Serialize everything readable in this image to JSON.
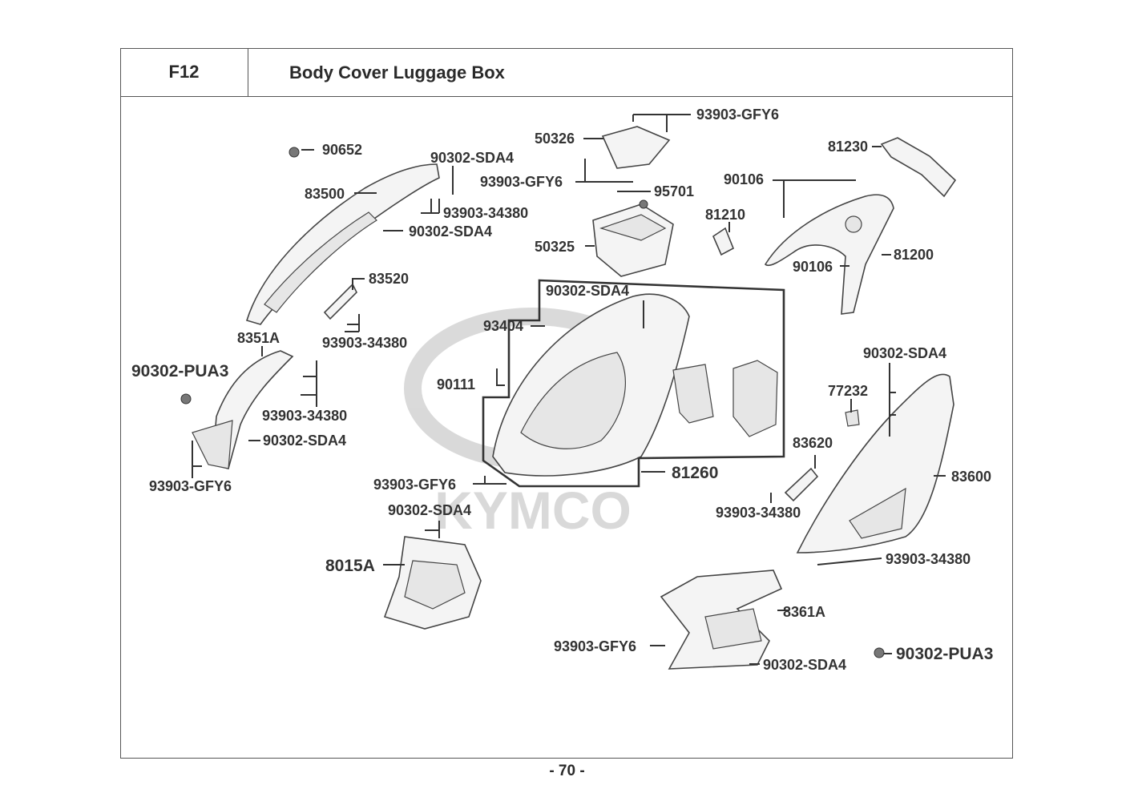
{
  "header": {
    "code": "F12",
    "title": "Body Cover  Luggage Box"
  },
  "page_number": "- 70 -",
  "watermark": "KYMCO",
  "parts": [
    {
      "id": "p1",
      "label": "93903-GFY6"
    },
    {
      "id": "p2",
      "label": "50326"
    },
    {
      "id": "p3",
      "label": "90652"
    },
    {
      "id": "p4",
      "label": "90302-SDA4"
    },
    {
      "id": "p5",
      "label": "81230"
    },
    {
      "id": "p6",
      "label": "93903-GFY6"
    },
    {
      "id": "p7",
      "label": "90106"
    },
    {
      "id": "p8",
      "label": "83500"
    },
    {
      "id": "p9",
      "label": "95701"
    },
    {
      "id": "p10",
      "label": "93903-34380"
    },
    {
      "id": "p11",
      "label": "81210"
    },
    {
      "id": "p12",
      "label": "90302-SDA4"
    },
    {
      "id": "p13",
      "label": "50325"
    },
    {
      "id": "p14",
      "label": "90106"
    },
    {
      "id": "p15",
      "label": "81200"
    },
    {
      "id": "p16",
      "label": "83520"
    },
    {
      "id": "p17",
      "label": "90302-SDA4"
    },
    {
      "id": "p18",
      "label": "93404"
    },
    {
      "id": "p19",
      "label": "93903-34380"
    },
    {
      "id": "p20",
      "label": "8351A"
    },
    {
      "id": "p21",
      "label": "90302-SDA4"
    },
    {
      "id": "p22",
      "label": "90302-PUA3"
    },
    {
      "id": "p23",
      "label": "90111"
    },
    {
      "id": "p24",
      "label": "77232"
    },
    {
      "id": "p25",
      "label": "93903-34380"
    },
    {
      "id": "p26",
      "label": "90302-SDA4"
    },
    {
      "id": "p27",
      "label": "83620"
    },
    {
      "id": "p28",
      "label": "81260"
    },
    {
      "id": "p29",
      "label": "83600"
    },
    {
      "id": "p30",
      "label": "93903-GFY6"
    },
    {
      "id": "p31",
      "label": "93903-GFY6"
    },
    {
      "id": "p32",
      "label": "93903-34380"
    },
    {
      "id": "p33",
      "label": "90302-SDA4"
    },
    {
      "id": "p34",
      "label": "93903-34380"
    },
    {
      "id": "p35",
      "label": "8015A"
    },
    {
      "id": "p36",
      "label": "8361A"
    },
    {
      "id": "p37",
      "label": "93903-GFY6"
    },
    {
      "id": "p38",
      "label": "90302-PUA3"
    },
    {
      "id": "p39",
      "label": "90302-SDA4"
    }
  ]
}
